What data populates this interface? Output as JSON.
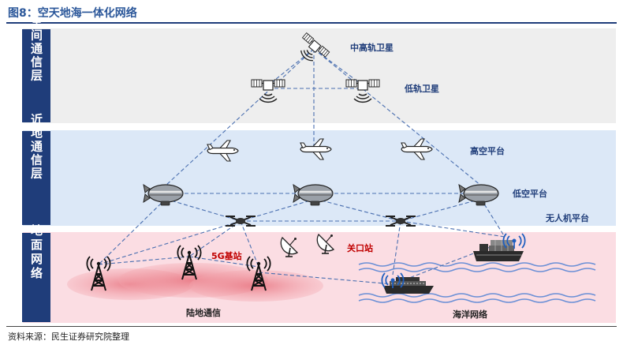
{
  "figure_title": "图8：空天地海一体化网络",
  "source": "资料来源：民生证券研究院整理",
  "layers": {
    "space": "空间通信层",
    "near_ground": "近地通信层",
    "ground": "地面网络"
  },
  "labels": {
    "mid_high_orbit_sat": "中高轨卫星",
    "low_orbit_sat": "低轨卫星",
    "high_altitude_platform": "高空平台",
    "low_altitude_platform": "低空平台",
    "uav_platform": "无人机平台",
    "five_g_station": "5G基站",
    "gateway_station": "关口站",
    "land_comm": "陆地通信",
    "ocean_network": "海洋网络"
  },
  "colors": {
    "title": "#2b579a",
    "layer_label_bg": "#1f3d7a",
    "space_bg": "#eeeeee",
    "near_ground_bg": "#dce8f7",
    "ground_bg": "#fbdde3",
    "link_line": "#4a6fb0",
    "red_text": "#c00000"
  },
  "icons": [
    "satellite-icon",
    "airplane-icon",
    "airship-icon",
    "drone-icon",
    "cell-tower-icon",
    "dish-antenna-icon",
    "ship-icon",
    "signal-icon"
  ]
}
